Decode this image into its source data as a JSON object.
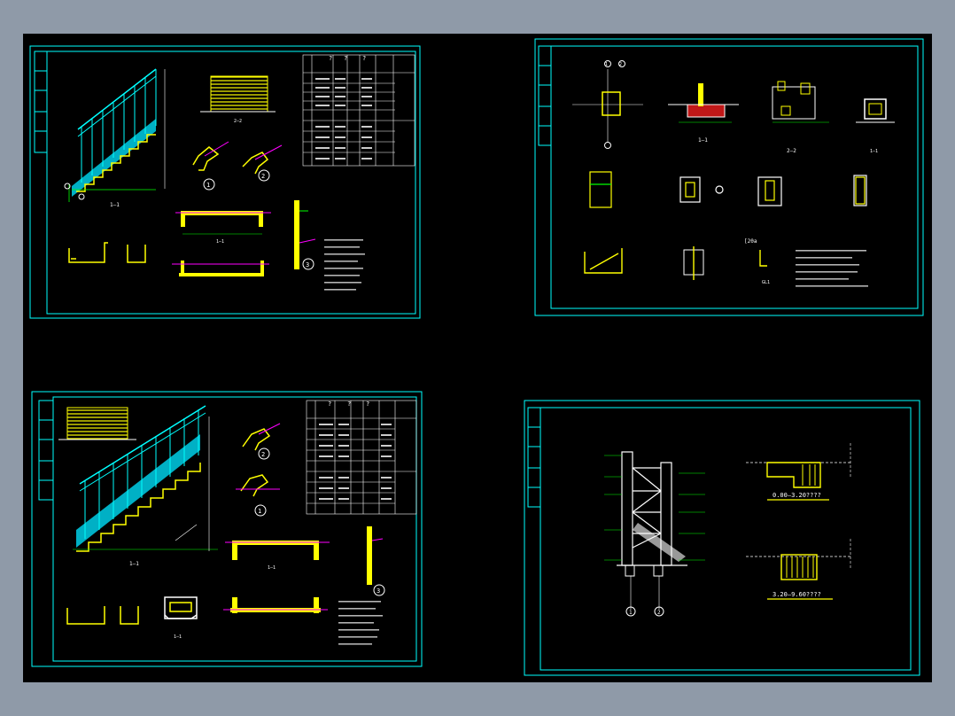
{
  "theme": {
    "background": "#8f9aa8",
    "canvas": "#000000",
    "border": "#00ffff",
    "member": "#ffff00",
    "dim": "#00ff00",
    "cut": "#ff00ff",
    "text": "#ffffff",
    "hatch": "#ff0000"
  },
  "sheets": [
    {
      "id": "stair-1",
      "table_headers": [
        "?",
        "?",
        "?"
      ],
      "view_labels": [
        "1—1",
        "2—2",
        "1—1"
      ],
      "detail_markers": [
        "1",
        "2",
        "3"
      ]
    },
    {
      "id": "details",
      "grid_markers": [
        "1",
        "2"
      ],
      "view_labels": [
        "1—1",
        "2—2",
        "1—1",
        "GL1"
      ],
      "tag": "[20a"
    },
    {
      "id": "stair-2",
      "table_headers": [
        "?",
        "?",
        "?"
      ],
      "view_labels": [
        "1—1",
        "1—1",
        "1—1"
      ],
      "detail_markers": [
        "1",
        "2",
        "3"
      ]
    },
    {
      "id": "section",
      "grid_markers": [
        "1",
        "2"
      ],
      "plan_labels": [
        "0.00—3.20????",
        "3.20—9.60????"
      ]
    }
  ]
}
